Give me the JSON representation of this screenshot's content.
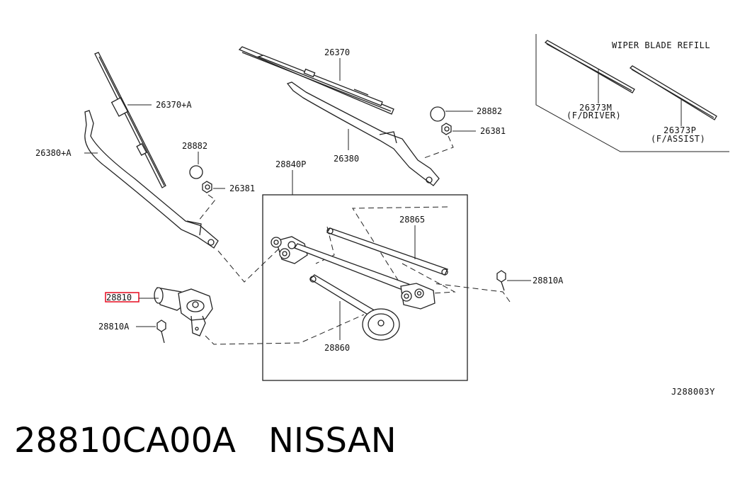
{
  "diagram": {
    "labels": {
      "wiper_blade_refill": "WIPER BLADE REFILL",
      "p26370": "26370",
      "p26370a": "26370+A",
      "p26380a": "26380+A",
      "p26380": "26380",
      "p28882_left": "28882",
      "p28882_right": "28882",
      "p26381_left": "26381",
      "p26381_right": "26381",
      "p28840p": "28840P",
      "p28865": "28865",
      "p28810": "28810",
      "p28810a_left": "28810A",
      "p28810a_right": "28810A",
      "p28860": "28860",
      "p26373m": "26373M",
      "p26373m_sub": "(F/DRIVER)",
      "p26373p": "26373P",
      "p26373p_sub": "(F/ASSIST)",
      "drawing_no": "J288003Y"
    },
    "highlight_color": "#e8192c"
  },
  "caption": {
    "part_number": "28810CA00A",
    "brand": "NISSAN"
  }
}
